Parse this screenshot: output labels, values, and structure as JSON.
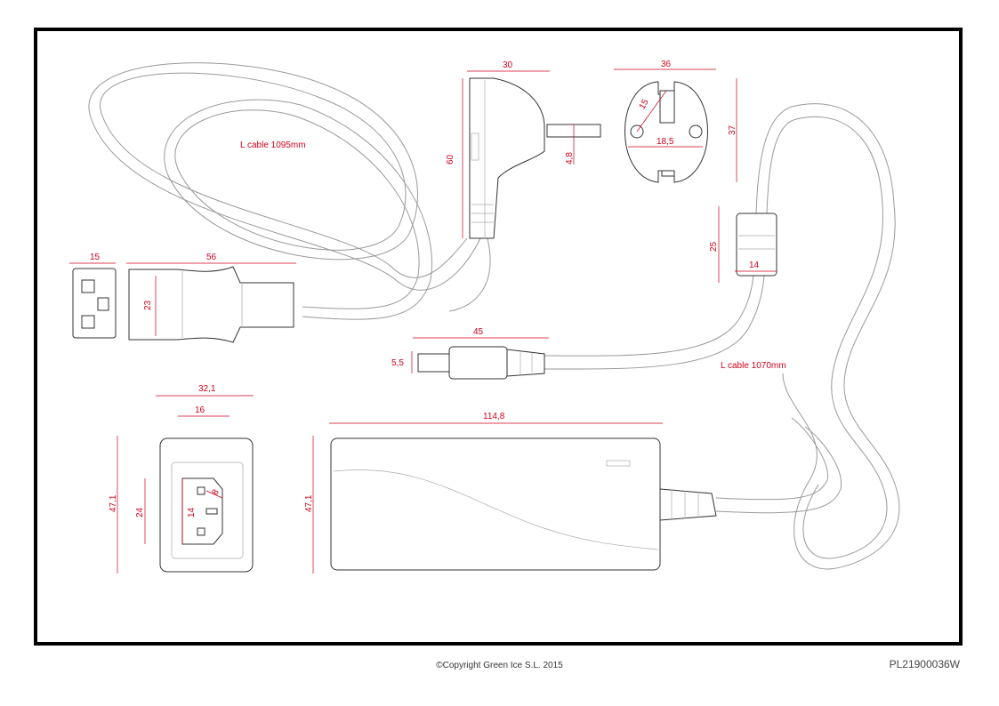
{
  "labels": {
    "cable_ac": "L cable 1095mm",
    "cable_dc": "L cable 1070mm"
  },
  "dimensions": {
    "plug_width": "30",
    "plug_height": "60",
    "pin_diameter": "4,8",
    "plug_face_width": "36",
    "plug_face_height": "37",
    "pin_spacing": "18,5",
    "pin_offset": "15",
    "c13_width": "15",
    "c13_length": "56",
    "c13_height": "23",
    "ferrite_length": "25",
    "ferrite_diameter": "14",
    "dc_plug_length": "45",
    "dc_plug_diameter": "5,5",
    "inlet_width": "32,1",
    "inlet_inner_width": "16",
    "inlet_height": "47,1",
    "inlet_inner_height": "24",
    "inlet_socket_height": "14",
    "inlet_socket_depth": "8",
    "body_length": "114,8",
    "body_height": "47,1"
  },
  "footer": {
    "copyright": "©Copyright Green Ice S.L. 2015",
    "part_number": "PL21900036W"
  }
}
